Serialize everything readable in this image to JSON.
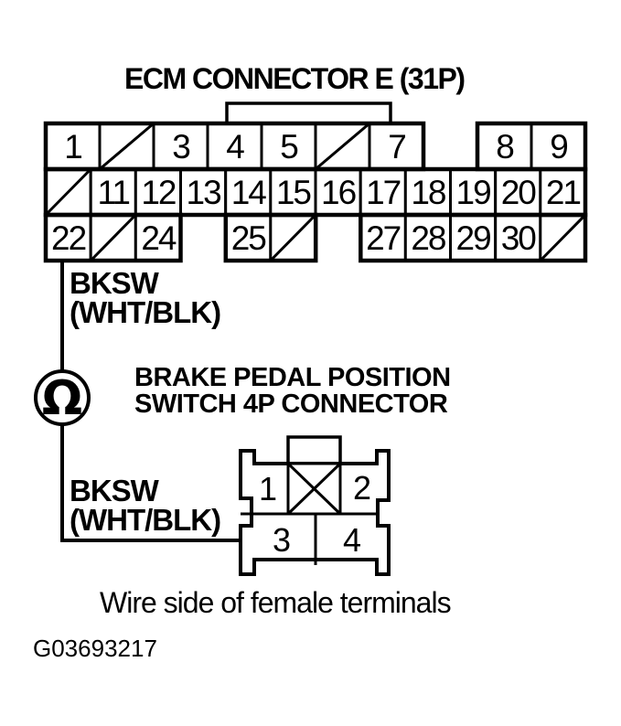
{
  "colors": {
    "ink": "#000000",
    "paper": "#ffffff"
  },
  "ecm": {
    "title": "ECM CONNECTOR E (31P)",
    "rows": [
      {
        "cells": [
          {
            "pin": "1"
          },
          {
            "crossed": true
          },
          {
            "pin": "3"
          },
          {
            "pin": "4"
          },
          {
            "pin": "5"
          },
          {
            "crossed": true
          },
          {
            "pin": "7"
          },
          {
            "gap": true
          },
          {
            "pin": "8"
          },
          {
            "pin": "9"
          }
        ]
      },
      {
        "cells": [
          {
            "crossed": true
          },
          {
            "pin": "11"
          },
          {
            "pin": "12"
          },
          {
            "pin": "13"
          },
          {
            "pin": "14"
          },
          {
            "pin": "15"
          },
          {
            "pin": "16"
          },
          {
            "pin": "17"
          },
          {
            "pin": "18"
          },
          {
            "pin": "19"
          },
          {
            "pin": "20"
          },
          {
            "pin": "21"
          }
        ]
      },
      {
        "cells": [
          {
            "pin": "22"
          },
          {
            "crossed": true
          },
          {
            "pin": "24"
          },
          {
            "gap": true
          },
          {
            "pin": "25"
          },
          {
            "crossed": true
          },
          {
            "gap": true
          },
          {
            "pin": "27"
          },
          {
            "pin": "28"
          },
          {
            "pin": "29"
          },
          {
            "pin": "30"
          },
          {
            "crossed": true
          }
        ]
      }
    ]
  },
  "wire": {
    "symbol": "Ω",
    "ecm_end_label": {
      "line1": "BKSW",
      "line2": "(WHT/BLK)"
    },
    "switch_end_label": {
      "line1": "BKSW",
      "line2": "(WHT/BLK)"
    }
  },
  "bpp": {
    "title_line1": "BRAKE PEDAL POSITION",
    "title_line2": "SWITCH 4P CONNECTOR",
    "pins": [
      "1",
      "2",
      "3",
      "4"
    ]
  },
  "footer": {
    "caption": "Wire side of female terminals",
    "figure_id": "G03693217"
  }
}
